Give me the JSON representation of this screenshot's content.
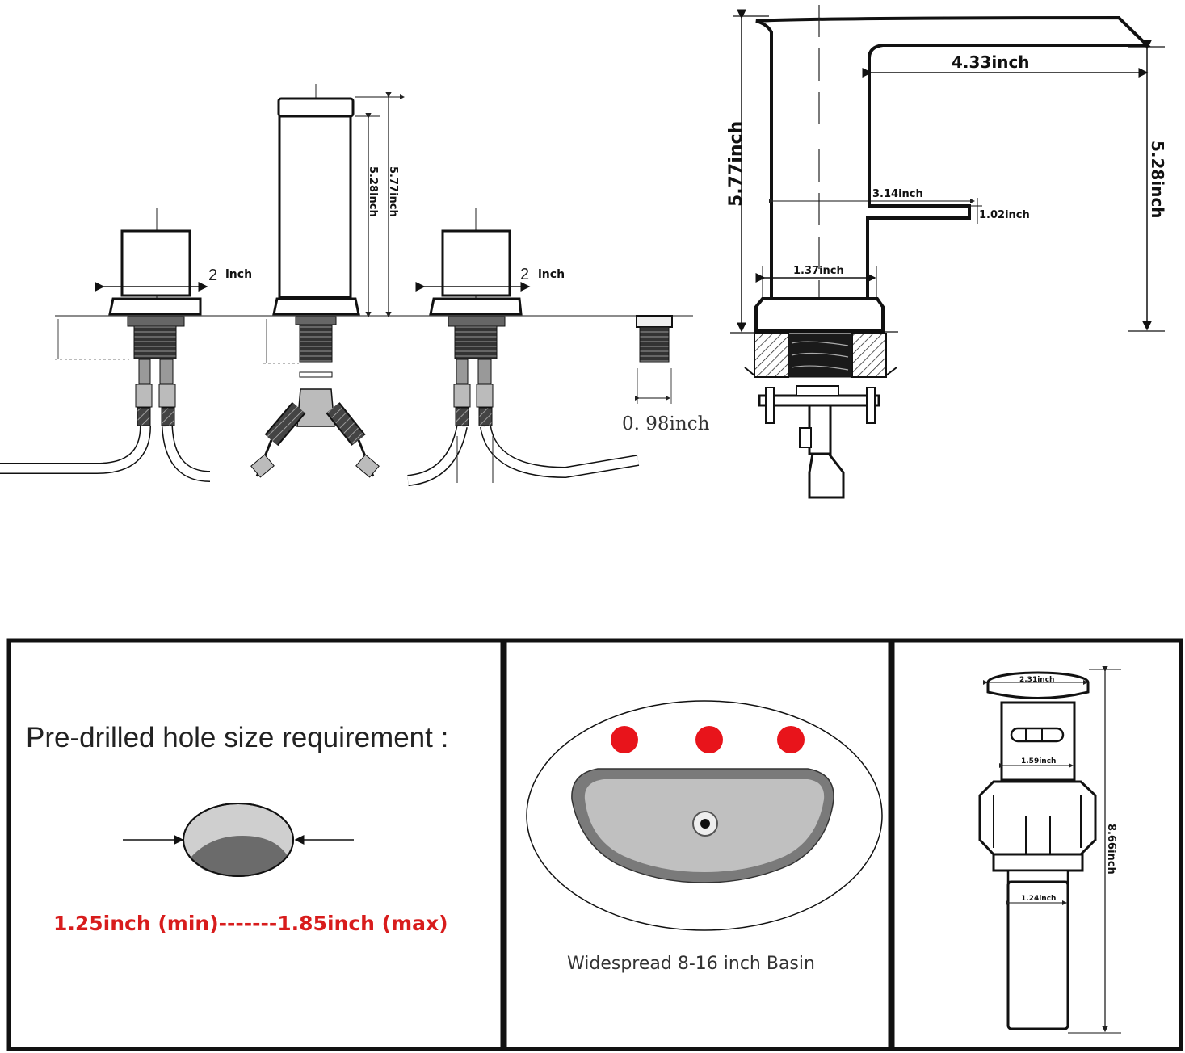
{
  "side_view": {
    "handle_left_width": "2",
    "handle_left_unit": "inch",
    "spout_height": "5.28inch",
    "total_height": "5.77inch",
    "handle_right_width": "2",
    "handle_right_unit": "inch",
    "thread_diameter": "0. 98inch"
  },
  "profile_view": {
    "spout_reach": "4.33inch",
    "total_height": "5.77inch",
    "spout_height": "5.28inch",
    "spout_top_length": "3.14inch",
    "spout_thickness": "1.02inch",
    "base_width": "1.37inch"
  },
  "hole_panel": {
    "title": "Pre-drilled hole size requirement :",
    "range": "1.25inch (min)-------1.85inch (max)"
  },
  "basin_panel": {
    "caption": "Widespread 8-16 inch Basin",
    "hole_color": "#e8141b"
  },
  "drain_panel": {
    "cap_diameter": "2.31inch",
    "body_diameter": "1.59inch",
    "tail_diameter": "1.24inch",
    "total_length": "8.66inch"
  }
}
